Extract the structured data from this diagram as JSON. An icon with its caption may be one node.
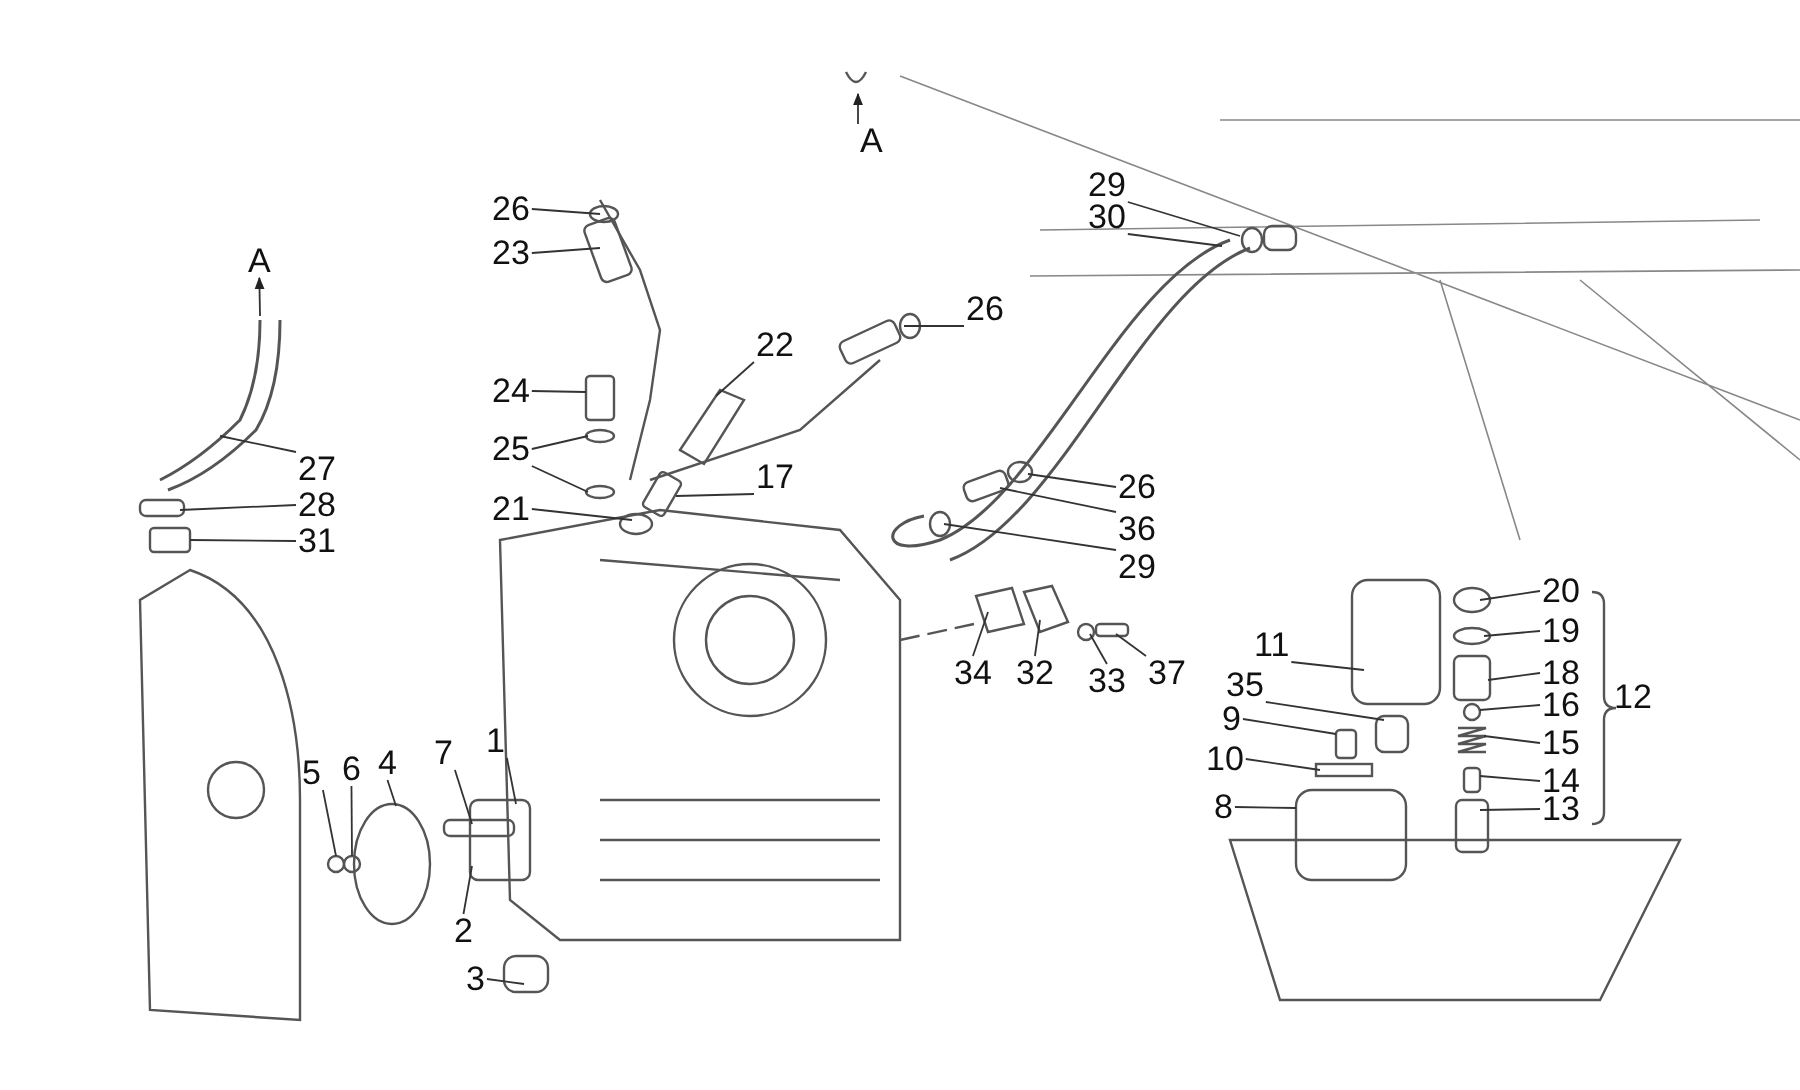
{
  "diagram": {
    "nodes": [
      {
        "text": [
          "26"
        ]
      },
      {
        "text": [
          "23"
        ]
      },
      {
        "text": [
          "29"
        ]
      },
      {
        "text": [
          "30"
        ]
      },
      {
        "text": [
          "22"
        ]
      },
      {
        "text": [
          "26"
        ]
      },
      {
        "text": [
          "24"
        ]
      },
      {
        "text": [
          "25"
        ]
      },
      {
        "text": [
          "17"
        ]
      },
      {
        "text": [
          "27"
        ]
      },
      {
        "text": [
          "28"
        ]
      },
      {
        "text": [
          "21"
        ]
      },
      {
        "text": [
          "26"
        ]
      },
      {
        "text": [
          "31"
        ]
      },
      {
        "text": [
          "36"
        ]
      },
      {
        "text": [
          "29"
        ]
      },
      {
        "text": [
          "20"
        ]
      },
      {
        "text": [
          "19"
        ]
      },
      {
        "text": [
          "11"
        ]
      },
      {
        "text": [
          "18"
        ]
      },
      {
        "text": [
          "16"
        ]
      },
      {
        "text": [
          "34"
        ]
      },
      {
        "text": [
          "32"
        ]
      },
      {
        "text": [
          "33"
        ]
      },
      {
        "text": [
          "37"
        ]
      },
      {
        "text": [
          "35"
        ]
      },
      {
        "text": [
          "9"
        ]
      },
      {
        "text": [
          "15"
        ]
      },
      {
        "text": [
          "10"
        ]
      },
      {
        "text": [
          "1"
        ]
      },
      {
        "text": [
          "7"
        ]
      },
      {
        "text": [
          "4"
        ]
      },
      {
        "text": [
          "14"
        ]
      },
      {
        "text": [
          "5"
        ]
      },
      {
        "text": [
          "6"
        ]
      },
      {
        "text": [
          "8"
        ]
      },
      {
        "text": [
          "13"
        ]
      },
      {
        "text": [
          "2"
        ]
      },
      {
        "text": [
          "3"
        ]
      },
      {
        "text": [
          "A"
        ]
      },
      {
        "text": [
          "A"
        ]
      },
      {
        "text": [
          "12"
        ]
      }
    ],
    "edges": [
      {
        "from": 0,
        "to": null,
        "arrow": "none"
      },
      {
        "from": 1,
        "to": null,
        "arrow": "none"
      },
      {
        "from": 2,
        "to": null,
        "arrow": "none"
      },
      {
        "from": 3,
        "to": null,
        "arrow": "none"
      },
      {
        "from": 4,
        "to": null,
        "arrow": "none"
      },
      {
        "from": 5,
        "to": null,
        "arrow": "none"
      },
      {
        "from": 6,
        "to": null,
        "arrow": "none"
      },
      {
        "from": 7,
        "to": null,
        "arrow": "none"
      },
      {
        "from": 7,
        "to": null,
        "arrow": "none"
      },
      {
        "from": 8,
        "to": null,
        "arrow": "none"
      },
      {
        "from": 9,
        "to": null,
        "arrow": "none"
      },
      {
        "from": 10,
        "to": null,
        "arrow": "none"
      },
      {
        "from": 11,
        "to": null,
        "arrow": "none"
      },
      {
        "from": 12,
        "to": null,
        "arrow": "none"
      },
      {
        "from": 13,
        "to": null,
        "arrow": "none"
      },
      {
        "from": 14,
        "to": null,
        "arrow": "none"
      },
      {
        "from": 15,
        "to": null,
        "arrow": "none"
      },
      {
        "from": 16,
        "to": null,
        "arrow": "none"
      },
      {
        "from": 17,
        "to": null,
        "arrow": "none"
      },
      {
        "from": 18,
        "to": null,
        "arrow": "none"
      },
      {
        "from": 19,
        "to": null,
        "arrow": "none"
      },
      {
        "from": 20,
        "to": null,
        "arrow": "none"
      },
      {
        "from": 21,
        "to": null,
        "arrow": "none"
      },
      {
        "from": 22,
        "to": null,
        "arrow": "none"
      },
      {
        "from": 23,
        "to": null,
        "arrow": "none"
      },
      {
        "from": 24,
        "to": null,
        "arrow": "none"
      },
      {
        "from": 25,
        "to": null,
        "arrow": "none"
      },
      {
        "from": 26,
        "to": null,
        "arrow": "none"
      },
      {
        "from": 27,
        "to": null,
        "arrow": "none"
      },
      {
        "from": 28,
        "to": null,
        "arrow": "none"
      },
      {
        "from": 29,
        "to": null,
        "arrow": "none"
      },
      {
        "from": 30,
        "to": null,
        "arrow": "none"
      },
      {
        "from": 31,
        "to": null,
        "arrow": "none"
      },
      {
        "from": 32,
        "to": null,
        "arrow": "none"
      },
      {
        "from": 33,
        "to": null,
        "arrow": "none"
      },
      {
        "from": 34,
        "to": null,
        "arrow": "none"
      },
      {
        "from": 35,
        "to": null,
        "arrow": "none"
      },
      {
        "from": 36,
        "to": null,
        "arrow": "none"
      },
      {
        "from": 37,
        "to": null,
        "arrow": "none"
      },
      {
        "from": 38,
        "to": null,
        "arrow": "none"
      },
      {
        "from": 39,
        "to": null,
        "arrow": "to"
      },
      {
        "from": null,
        "to": 40,
        "arrow": "to"
      }
    ]
  }
}
